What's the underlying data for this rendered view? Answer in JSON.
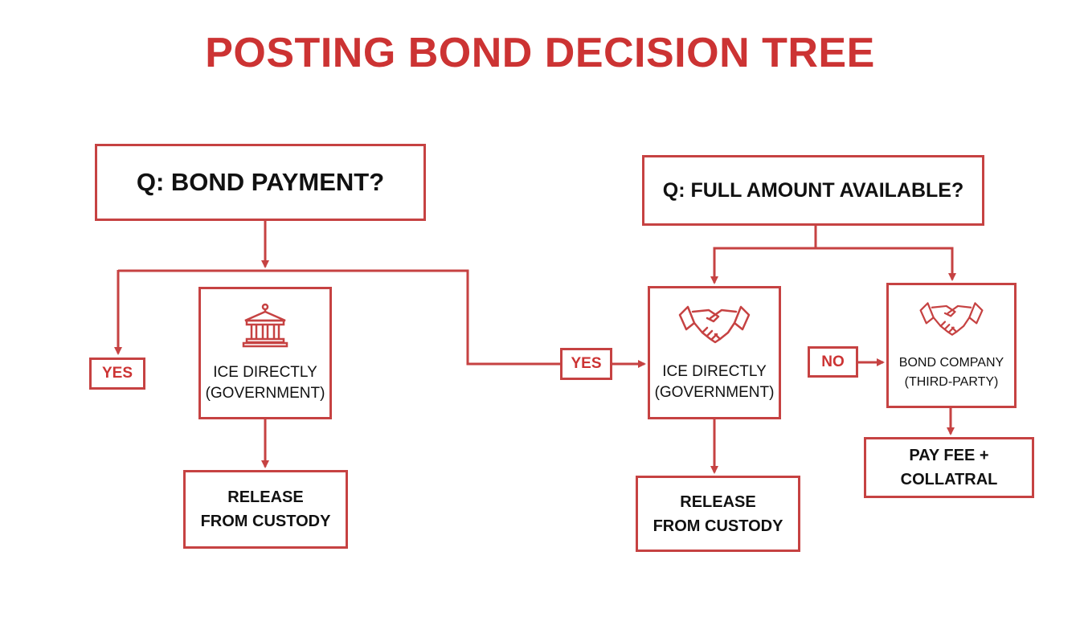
{
  "title": "POSTING BOND DECISION TREE",
  "colors": {
    "accent": "#c64242",
    "title": "#cc3333",
    "text": "#111111"
  },
  "left_branch": {
    "question": "Q: BOND PAYMENT?",
    "answer_label": "YES",
    "node": {
      "icon": "government-building-icon",
      "line1": "ICE DIRECTLY",
      "line2": "(GOVERNMENT)"
    },
    "result": {
      "line1": "RELEASE",
      "line2": "FROM CUSTODY"
    }
  },
  "right_branch": {
    "question": "Q: FULL AMOUNT AVAILABLE?",
    "yes": {
      "label": "YES",
      "node": {
        "icon": "handshake-icon",
        "line1": "ICE DIRECTLY",
        "line2": "(GOVERNMENT)"
      },
      "result": {
        "line1": "RELEASE",
        "line2": "FROM CUSTODY"
      }
    },
    "no": {
      "label": "NO",
      "node": {
        "icon": "handshake-icon",
        "line1": "BOND COMPANY",
        "line2": "(THIRD-PARTY)"
      },
      "result": {
        "line1": "PAY FEE +",
        "line2": "COLLATRAL"
      }
    }
  }
}
